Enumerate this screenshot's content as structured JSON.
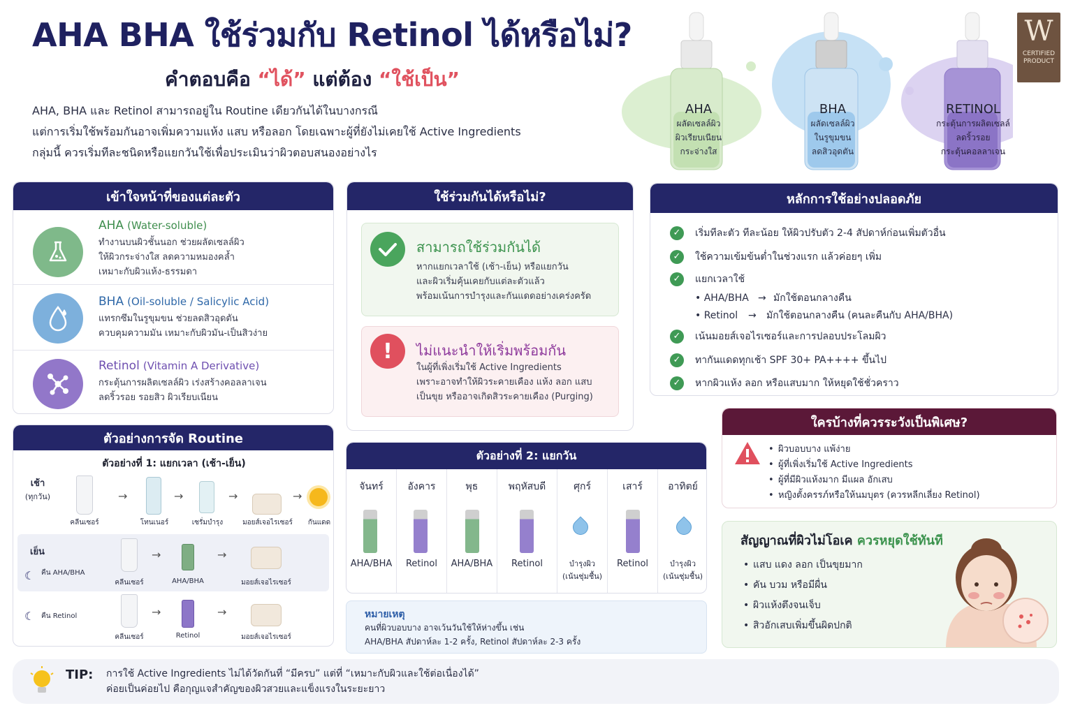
{
  "header": {
    "title": "AHA BHA ใช้ร่วมกับ Retinol ได้หรือไม่?",
    "subtitle_prefix": "คำตอบคือ",
    "subtitle_q1": "“ได้”",
    "subtitle_mid": "แต่ต้อง",
    "subtitle_q2": "“ใช้เป็น”",
    "intro": [
      "AHA, BHA และ Retinol สามารถอยู่ใน Routine เดียวกันได้ในบางกรณี",
      "แต่การเริ่มใช้พร้อมกันอาจเพิ่มความแห้ง แสบ หรือลอก โดยเฉพาะผู้ที่ยังไม่เคยใช้ Active Ingredients",
      "กลุ่มนี้ ควรเริ่มทีละชนิดหรือแยกวันใช้เพื่อประเมินว่าผิวตอบสนองอย่างไร"
    ]
  },
  "bottles": [
    {
      "name": "AHA",
      "lines": [
        "ผลัดเซลล์ผิว",
        "ผิวเรียบเนียน",
        "กระจ่างใส"
      ],
      "color": "#bfe0b2",
      "liquid": "#cfe8c2",
      "splash": "#cde8c0"
    },
    {
      "name": "BHA",
      "lines": [
        "ผลัดเซลล์ผิว",
        "ในรูขุมขน",
        "ลดสิวอุดตัน"
      ],
      "color": "#a9cfe9",
      "liquid": "#9cc8ea",
      "splash": "#b9daf2"
    },
    {
      "name": "RETINOL",
      "lines": [
        "กระตุ้นการผลิตเซลล์",
        "ลดริ้วรอย",
        "กระตุ้นคอลลาเจน"
      ],
      "color": "#b3a2da",
      "liquid": "#8e78c8",
      "splash": "#cdbfe9"
    }
  ],
  "badge": {
    "letter": "W",
    "line1": "CERTIFIED",
    "line2": "PRODUCT"
  },
  "roles": {
    "title": "เข้าใจหน้าที่ของแต่ละตัว",
    "items": [
      {
        "name": "AHA",
        "tag": "(Water-soluble)",
        "lines": [
          "ทำงานบนผิวชั้นนอก ช่วยผลัดเซลล์ผิว",
          "ให้ผิวกระจ่างใส ลดความหมองคล้ำ",
          "เหมาะกับผิวแห้ง-ธรรมดา"
        ],
        "icon": "flask-icon",
        "color": "#6fae78"
      },
      {
        "name": "BHA",
        "tag": "(Oil-soluble / Salicylic Acid)",
        "lines": [
          "แทรกซึมในรูขุมขน ช่วยลดสิวอุดตัน",
          "ควบคุมความมัน เหมาะกับผิวมัน-เป็นสิวง่าย"
        ],
        "icon": "drop-icon",
        "color": "#6aa1d4"
      },
      {
        "name": "Retinol",
        "tag": "(Vitamin A Derivative)",
        "lines": [
          "กระตุ้นการผลิตเซลล์ผิว เร่งสร้างคอลลาเจน",
          "ลดริ้วรอย รอยสิว ผิวเรียบเนียน"
        ],
        "icon": "molecule-icon",
        "color": "#8a6cc2"
      }
    ]
  },
  "combine": {
    "title": "ใช้ร่วมกันได้หรือไม่?",
    "ok": {
      "heading": "สามารถใช้ร่วมกันได้",
      "lines": [
        "หากแยกเวลาใช้ (เช้า-เย็น) หรือแยกวัน",
        "และผิวเริ่มคุ้นเคยกับแต่ละตัวแล้ว",
        "พร้อมเน้นการบำรุงและกันแดดอย่างเคร่งครัด"
      ]
    },
    "no": {
      "heading": "ไม่แนะนำให้เริ่มพร้อมกัน",
      "lines": [
        "ในผู้ที่เพิ่งเริ่มใช้ Active Ingredients",
        "เพราะอาจทำให้ผิวระคายเคือง แห้ง ลอก แสบ",
        "เป็นขุย หรืออาจเกิดสิวระคายเคือง (Purging)"
      ]
    }
  },
  "safe": {
    "title": "หลักการใช้อย่างปลอดภัย",
    "items": [
      "เริ่มทีละตัว ทีละน้อย ให้ผิวปรับตัว 2-4 สัปดาห์ก่อนเพิ่มตัวอื่น",
      "ใช้ความเข้มข้นต่ำในช่วงแรก แล้วค่อยๆ เพิ่ม",
      "แยกเวลาใช้",
      "เน้นมอยส์เจอไรเซอร์และการปลอบประโลมผิว",
      "ทากันแดดทุกเช้า SPF 30+ PA++++ ขึ้นไป",
      "หากผิวแห้ง ลอก หรือแสบมาก ให้หยุดใช้ชั่วคราว"
    ],
    "sub": [
      {
        "label": "• AHA/BHA",
        "arrow": "→",
        "text": "มักใช้ตอนกลางคืน"
      },
      {
        "label": "• Retinol",
        "arrow": "→",
        "text": "มักใช้ตอนกลางคืน (คนละคืนกับ AHA/BHA)"
      }
    ]
  },
  "routine": {
    "title": "ตัวอย่างการจัด Routine",
    "example1": "ตัวอย่างที่ 1: แยกเวลา (เช้า-เย็น)",
    "morning_label": "เช้า",
    "morning_sub": "(ทุกวัน)",
    "morning_steps": [
      "คลีนเซอร์",
      "โทนเนอร์",
      "เซรั่มบำรุง",
      "มอยส์เจอไรเซอร์",
      "กันแดด"
    ],
    "evening_label": "เย็น",
    "night1_label": "คืน AHA/BHA",
    "night1_steps": [
      "คลีนเซอร์",
      "AHA/BHA",
      "มอยส์เจอไรเซอร์"
    ],
    "night2_label": "คืน Retinol",
    "night2_steps": [
      "คลีนเซอร์",
      "Retinol",
      "มอยส์เจอไรเซอร์"
    ],
    "arrow": "→"
  },
  "week": {
    "title": "ตัวอย่างที่ 2: แยกวัน",
    "days": [
      {
        "day": "จันทร์",
        "item": "AHA/BHA",
        "type": "green"
      },
      {
        "day": "อังคาร",
        "item": "Retinol",
        "type": "purple"
      },
      {
        "day": "พุธ",
        "item": "AHA/BHA",
        "type": "green"
      },
      {
        "day": "พฤหัสบดี",
        "item": "Retinol",
        "type": "purple"
      },
      {
        "day": "ศุกร์",
        "item": "บำรุงผิว",
        "item2": "(เน้นชุ่มชื้น)",
        "type": "drop"
      },
      {
        "day": "เสาร์",
        "item": "Retinol",
        "type": "purple"
      },
      {
        "day": "อาทิตย์",
        "item": "บำรุงผิว",
        "item2": "(เน้นชุ่มชื้น)",
        "type": "drop"
      }
    ]
  },
  "note": {
    "title": "หมายเหตุ",
    "lines": [
      "คนที่ผิวบอบบาง อาจเว้นวันใช้ให้ห่างขึ้น เช่น",
      "AHA/BHA สัปดาห์ละ 1-2 ครั้ง, Retinol สัปดาห์ละ 2-3 ครั้ง"
    ]
  },
  "caution": {
    "title": "ใครบ้างที่ควรระวังเป็นพิเศษ?",
    "items": [
      "ผิวบอบบาง แพ้ง่าย",
      "ผู้ที่เพิ่งเริ่มใช้ Active Ingredients",
      "ผู้ที่มีผิวแห้งมาก มีแผล อักเสบ",
      "หญิงตั้งครรภ์หรือให้นมบุตร (ควรหลีกเลี่ยง Retinol)"
    ]
  },
  "signs": {
    "title_a": "สัญญาณที่ผิวไม่โอเค",
    "title_b": "ควรหยุดใช้ทันที",
    "items": [
      "แสบ แดง ลอก เป็นขุยมาก",
      "คัน บวม หรือมีผื่น",
      "ผิวแห้งตึงจนเจ็บ",
      "สิวอักเสบเพิ่มขึ้นผิดปกติ"
    ]
  },
  "tip": {
    "label": "TIP:",
    "lines": [
      "การใช้ Active Ingredients ไม่ได้วัดกันที่ “มีครบ” แต่ที่ “เหมาะกับผิวและใช้ต่อเนื่องได้”",
      "ค่อยเป็นค่อยไป คือกุญแจสำคัญของผิวสวยและแข็งแรงในระยะยาว"
    ]
  },
  "colors": {
    "navy": "#242668",
    "maroon": "#5b1838",
    "green": "#3f9a55",
    "red": "#e04a5a",
    "blueAccent": "#2f5fa8",
    "purpleAccent": "#6e4fb0"
  }
}
